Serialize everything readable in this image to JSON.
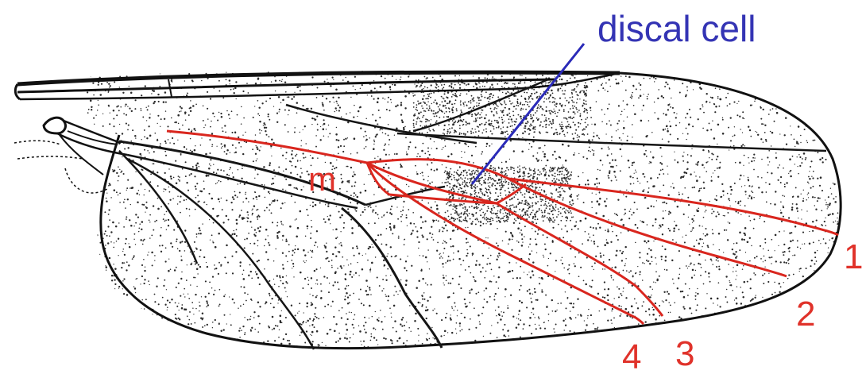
{
  "labels": {
    "discal_cell": "discal cell",
    "m": "m",
    "vein_1": "1",
    "vein_2": "2",
    "vein_3": "3",
    "vein_4": "4"
  },
  "colors": {
    "background": "#ffffff",
    "outline": "#111111",
    "stipple": "#2a2a2a",
    "vein_black": "#151515",
    "vein_red": "#d9261e",
    "pointer_blue": "#2a2ab8",
    "label_blue": "#3434b4",
    "label_red": "#e0322a"
  }
}
